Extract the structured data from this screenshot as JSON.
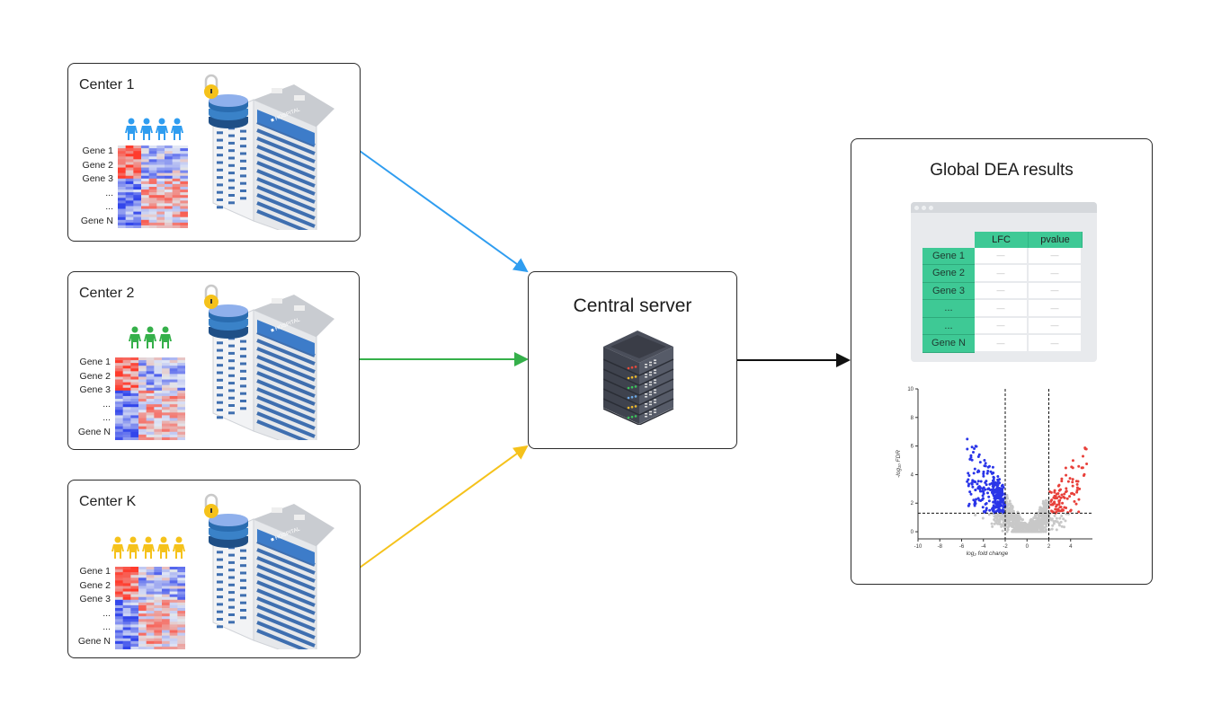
{
  "centers": [
    {
      "title": "Center 1",
      "people": 4,
      "color": "#2f9df0",
      "genes": [
        "Gene 1",
        "Gene 2",
        "Gene 3",
        "...",
        "...",
        "Gene N"
      ]
    },
    {
      "title": "Center 2",
      "people": 3,
      "color": "#35b04a",
      "genes": [
        "Gene 1",
        "Gene 2",
        "Gene 3",
        "...",
        "...",
        "Gene N"
      ]
    },
    {
      "title": "Center K",
      "people": 5,
      "color": "#f5c21b",
      "genes": [
        "Gene 1",
        "Gene 2",
        "Gene 3",
        "...",
        "...",
        "Gene N"
      ]
    }
  ],
  "building_sign": "HOSPITAL",
  "server": {
    "title": "Central server"
  },
  "results": {
    "title": "Global DEA results",
    "table": {
      "headers": [
        "LFC",
        "pvalue"
      ],
      "rows": [
        "Gene 1",
        "Gene 2",
        "Gene 3",
        "...",
        "...",
        "Gene N"
      ],
      "placeholder": "—"
    },
    "volcano": {
      "xlabel": "log₂ fold change",
      "ylabel": "-log₁₀ FDR",
      "xticks": [
        "-10",
        "-8",
        "-6",
        "-4",
        "-2",
        "0",
        "2",
        "4"
      ],
      "yticks": [
        "0",
        "2",
        "4",
        "6",
        "8",
        "10"
      ],
      "xlim": [
        -10,
        6
      ],
      "ylim": [
        -0.5,
        10
      ],
      "thresholds": {
        "lfc": [
          -2,
          2
        ],
        "neg_log10_fdr": 1.3
      },
      "colors": {
        "down": "#2a35e8",
        "up": "#e8403a",
        "ns": "#c8c8c8"
      }
    }
  },
  "arrow_colors": {
    "center1": "#2f9df0",
    "center2": "#35b04a",
    "centerK": "#f5c21b",
    "output": "#111111"
  }
}
